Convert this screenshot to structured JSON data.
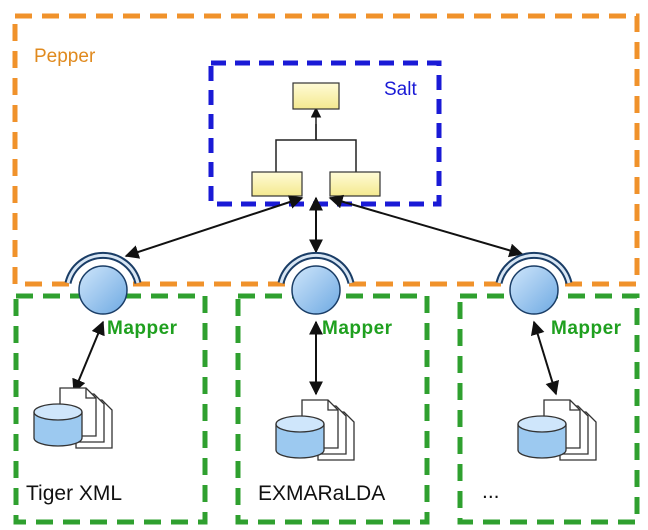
{
  "diagram": {
    "pepper_label": "Pepper",
    "salt_label": "Salt",
    "mappers": [
      {
        "label": "Mapper",
        "format": "Tiger XML"
      },
      {
        "label": "Mapper",
        "format": "EXMARaLDA"
      },
      {
        "label": "Mapper",
        "format": "..."
      }
    ],
    "colors": {
      "pepper_border": "#f0922b",
      "salt_border": "#1a1ad6",
      "module_border": "#2fa02f",
      "mapper_fill": "#8fc3f2",
      "node_fill": "#fff7b0",
      "db_fill": "#9cc9f0"
    }
  }
}
